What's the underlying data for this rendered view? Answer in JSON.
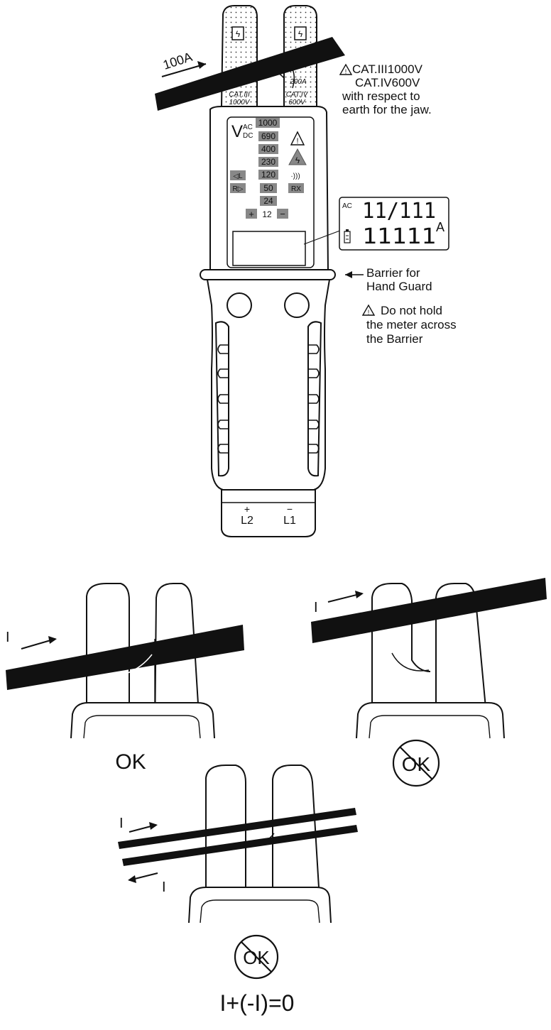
{
  "top_diagram": {
    "current_label": "100A",
    "jaw_left_marking": [
      "CAT.III",
      "1000V"
    ],
    "jaw_right_marking": [
      "CAT.IV",
      "600V"
    ],
    "jaw_range_mark": "200A",
    "jaw_warning": [
      "CAT.III1000V",
      "CAT.IV600V",
      "with respect to",
      "earth for the jaw."
    ],
    "vac_main": "V",
    "vac_ac": "AC",
    "vac_dc": "DC",
    "voltage_leds": [
      "1000",
      "690",
      "400",
      "230",
      "120",
      "50",
      "24"
    ],
    "led_12": "12",
    "led_plus": "+",
    "led_minus": "−",
    "left_indicators": [
      "◁L",
      "R▷"
    ],
    "beep_label": "·)))",
    "rx_label": "RX",
    "lcd_ac_label": "AC",
    "lcd_row1": "11/111",
    "lcd_row2": "11111",
    "lcd_unit": "A",
    "barrier_label": [
      "Barrier for",
      "Hand Guard"
    ],
    "barrier_warning": [
      "Do not hold",
      "the meter across",
      "the Barrier"
    ],
    "terminal_l2_sign": "+",
    "terminal_l2": "L2",
    "terminal_l1_sign": "−",
    "terminal_l1": "L1"
  },
  "examples": {
    "ok_label": "OK",
    "current_symbol": "I",
    "not_ok_label": "OK",
    "formula": "I+(-I)=0"
  }
}
